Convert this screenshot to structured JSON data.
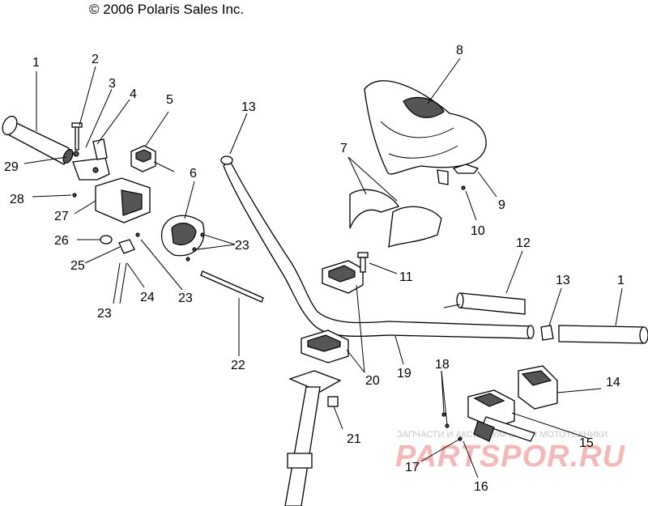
{
  "copyright": "© 2006 Polaris Sales Inc.",
  "watermark": {
    "tagline": "ЗАПЧАСТИ И АКСЕССУАРЫ ДЛЯ МОТОТЕХНИКИ",
    "logo": "PARTSPOR.RU"
  },
  "callouts": [
    "1",
    "2",
    "3",
    "4",
    "5",
    "6",
    "7",
    "8",
    "9",
    "10",
    "11",
    "12",
    "13",
    "14",
    "15",
    "16",
    "17",
    "18",
    "19",
    "20",
    "21",
    "22",
    "23",
    "24",
    "25",
    "26",
    "27",
    "28",
    "29"
  ]
}
